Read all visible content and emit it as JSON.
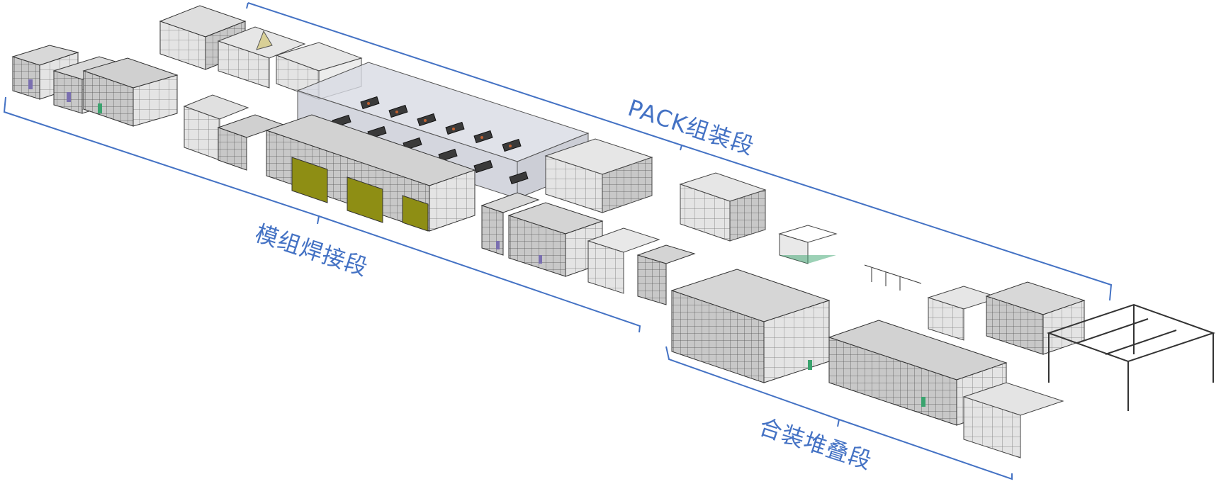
{
  "sections": [
    {
      "id": "pack",
      "label": "PACK组装段"
    },
    {
      "id": "module",
      "label": "模组焊接段"
    },
    {
      "id": "assembly",
      "label": "合装堆叠段"
    }
  ],
  "colors": {
    "annotation": "#4472c4",
    "frame": "#333333",
    "panel_gray": "#b8b8b8",
    "panel_light": "#dcdcdc",
    "glass": "#c9ccd6",
    "olive_door": "#8e8e14",
    "accent_green": "#3aa36e",
    "accent_purple": "#7a6fb0"
  }
}
